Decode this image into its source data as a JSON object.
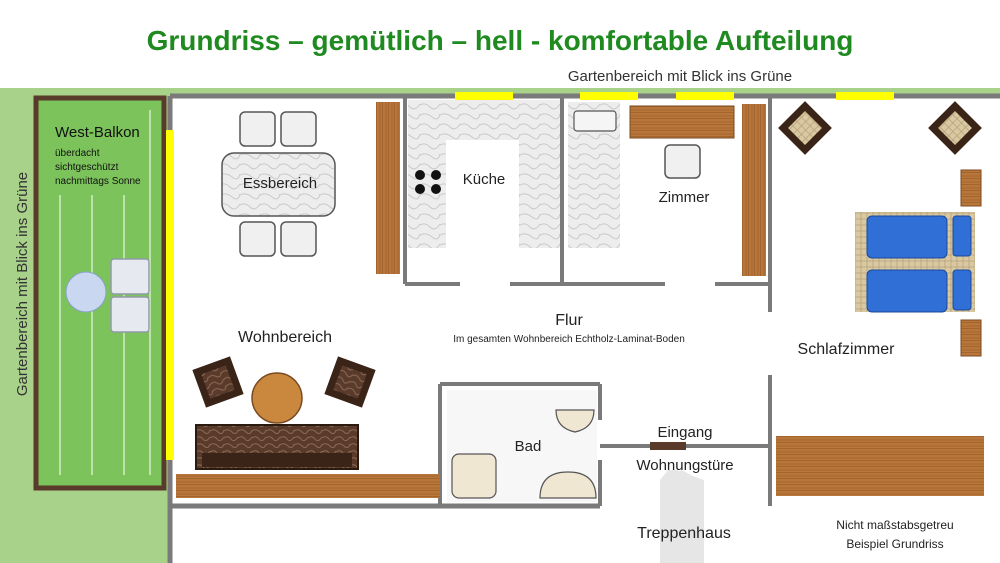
{
  "title": "Grundriss – gemütlich – hell - komfortable Aufteilung",
  "garden_top": "Gartenbereich mit Blick ins Grüne",
  "garden_left": "Gartenbereich mit Blick ins Grüne",
  "balcony": {
    "name": "West-Balkon",
    "lines": [
      "überdacht",
      "sichtgeschützt",
      "nachmittags Sonne"
    ]
  },
  "rooms": {
    "essbereich": "Essbereich",
    "kueche": "Küche",
    "zimmer": "Zimmer",
    "wohnbereich": "Wohnbereich",
    "flur": "Flur",
    "flur_note": "Im gesamten Wohnbereich Echtholz-Laminat-Boden",
    "schlafzimmer": "Schlafzimmer",
    "bad": "Bad",
    "eingang": "Eingang",
    "wohnungstuere": "Wohnungstüre",
    "treppenhaus": "Treppenhaus"
  },
  "note": [
    "Nicht maßstabsgetreu",
    "Beispiel Grundriss"
  ],
  "colors": {
    "title_green": "#1f8a1f",
    "garden_green": "#a8d28a",
    "balcony_green": "#7cc35b",
    "wall": "#7a7a7a",
    "window_yellow": "#ffff00",
    "wood": "#b9763a",
    "bed_blue": "#2f6fd6",
    "text": "#333333"
  }
}
